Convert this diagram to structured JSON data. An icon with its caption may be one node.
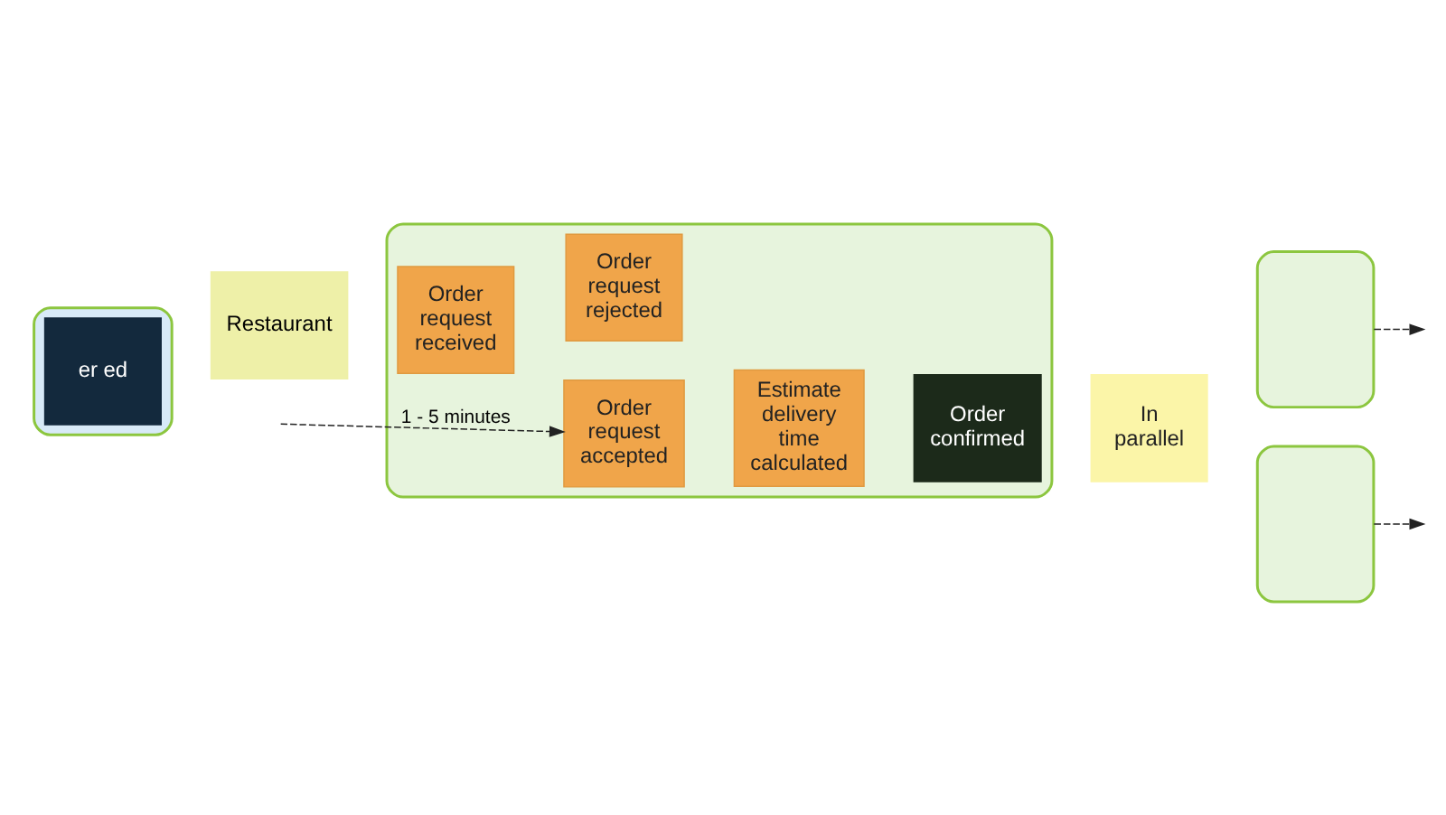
{
  "diagram": {
    "nodes": [
      {
        "text": [],
        "shape": "box"
      },
      {
        "text": [
          "er ed"
        ],
        "in": 0
      },
      {
        "text": [],
        "shape": "box"
      },
      {
        "text": [
          "Restaurant"
        ]
      },
      {
        "text": [
          "Order request received"
        ],
        "in": 2
      },
      {
        "text": [
          "Order request accepted"
        ],
        "in": 2
      },
      {
        "text": [
          "Estimate delivery time calculated"
        ],
        "in": 2
      },
      {
        "text": [
          "Order confirmed"
        ],
        "in": 2
      },
      {
        "text": [
          "Order request rejected"
        ],
        "in": 2
      },
      {
        "text": [
          "In parallel"
        ]
      },
      {
        "text": [],
        "shape": "box"
      },
      {
        "text": [],
        "shape": "box"
      }
    ],
    "edges": [
      {
        "from": null,
        "to": 5,
        "arrow": "to",
        "label": "1 - 5 minutes",
        "style": "dashed"
      },
      {
        "from": 10,
        "to": null,
        "arrow": "to",
        "style": "dashed"
      },
      {
        "from": 11,
        "to": null,
        "arrow": "to",
        "style": "dashed"
      }
    ]
  }
}
